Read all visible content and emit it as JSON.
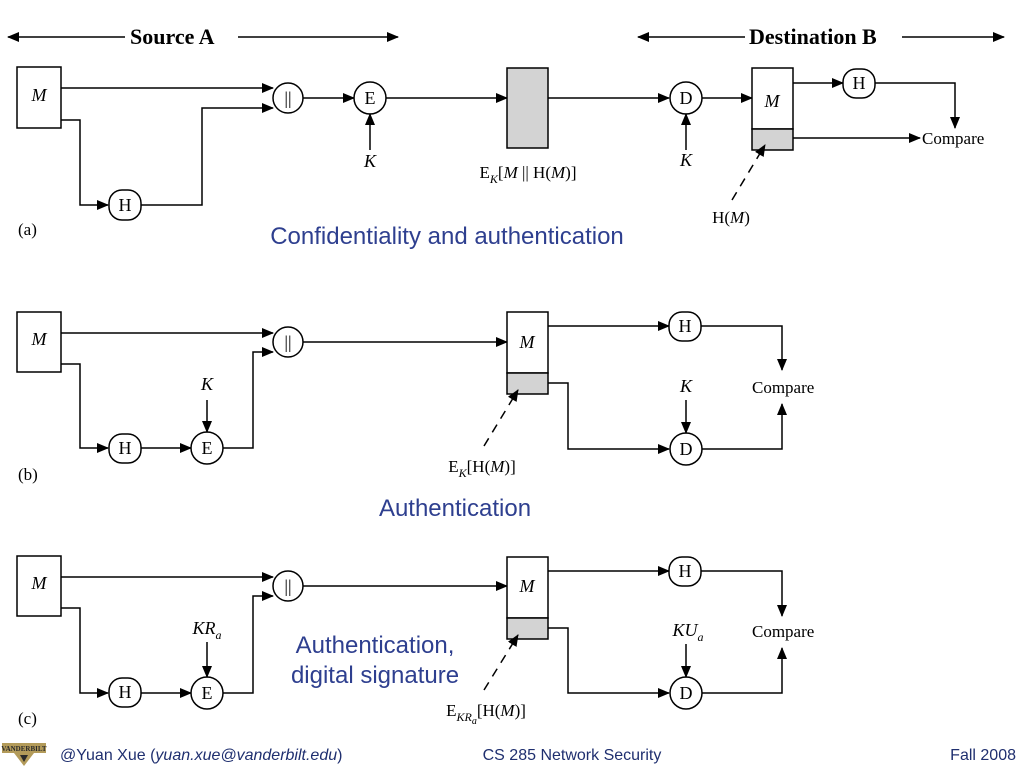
{
  "header": {
    "source": "Source A",
    "destination": "Destination B"
  },
  "symbols": {
    "message": "M",
    "hash": "H",
    "encrypt": "E",
    "decrypt": "D",
    "concat": "||",
    "key": "K",
    "compare": "Compare",
    "private_key_base": "KR",
    "private_key_sub": "a",
    "public_key_base": "KU",
    "public_key_sub": "a"
  },
  "panel_a": {
    "tag": "(a)",
    "caption": "Confidentiality and authentication",
    "channel_label": {
      "pre": "E",
      "sub": "K",
      "mid1": "[",
      "m": "M",
      "mid2": " || H(",
      "m2": "M",
      "end": ")]"
    },
    "hash_label": {
      "pre": "H(",
      "m": "M",
      "end": ")"
    }
  },
  "panel_b": {
    "tag": "(b)",
    "caption": "Authentication",
    "channel_label": {
      "pre": "E",
      "sub": "K",
      "mid": "[H(",
      "m": "M",
      "end": ")]"
    }
  },
  "panel_c": {
    "tag": "(c)",
    "caption_line1": "Authentication,",
    "caption_line2": "digital signature",
    "channel_label": {
      "pre": "E",
      "sub": "KR",
      "subsub": "a",
      "mid": "[H(",
      "m": "M",
      "end": ")]"
    }
  },
  "footer": {
    "author_prefix": "@Yuan Xue (",
    "email": "yuan.xue@vanderbilt.edu",
    "author_suffix": ")",
    "course": "CS 285 Network Security",
    "term": "Fall 2008",
    "logo_text": "VANDERBILT"
  },
  "colors": {
    "caption": "#2e3f8f",
    "footer": "#1f2f6f",
    "shaded": "#d3d3d3",
    "logo_gold": "#b39b5a"
  }
}
